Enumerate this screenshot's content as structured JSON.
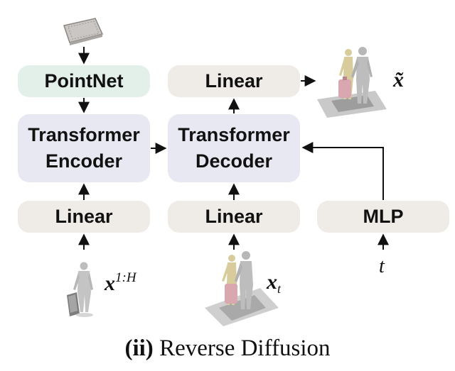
{
  "blocks": {
    "pointnet": "PointNet",
    "linear_out": "Linear",
    "encoder_line1": "Transformer",
    "encoder_line2": "Encoder",
    "decoder_line1": "Transformer",
    "decoder_line2": "Decoder",
    "linear_enc": "Linear",
    "linear_dec": "Linear",
    "mlp": "MLP"
  },
  "symbols": {
    "x_tilde": "x̃",
    "x_history_base": "x",
    "x_history_sup": "1:H",
    "x_t_base": "x",
    "x_t_sub": "t",
    "t": "t"
  },
  "caption": {
    "label": "(ii)",
    "text": " Reverse Diffusion"
  },
  "colors": {
    "linear_fill": "#efebe6",
    "pointnet_fill": "#e3f0ea",
    "transformer_fill": "#e8e8f3",
    "arrow": "#111111"
  },
  "icons": [
    "object-pointcloud-icon",
    "human-object-scene-icon",
    "human-object-history-icon",
    "noisy-human-object-scene-icon"
  ]
}
